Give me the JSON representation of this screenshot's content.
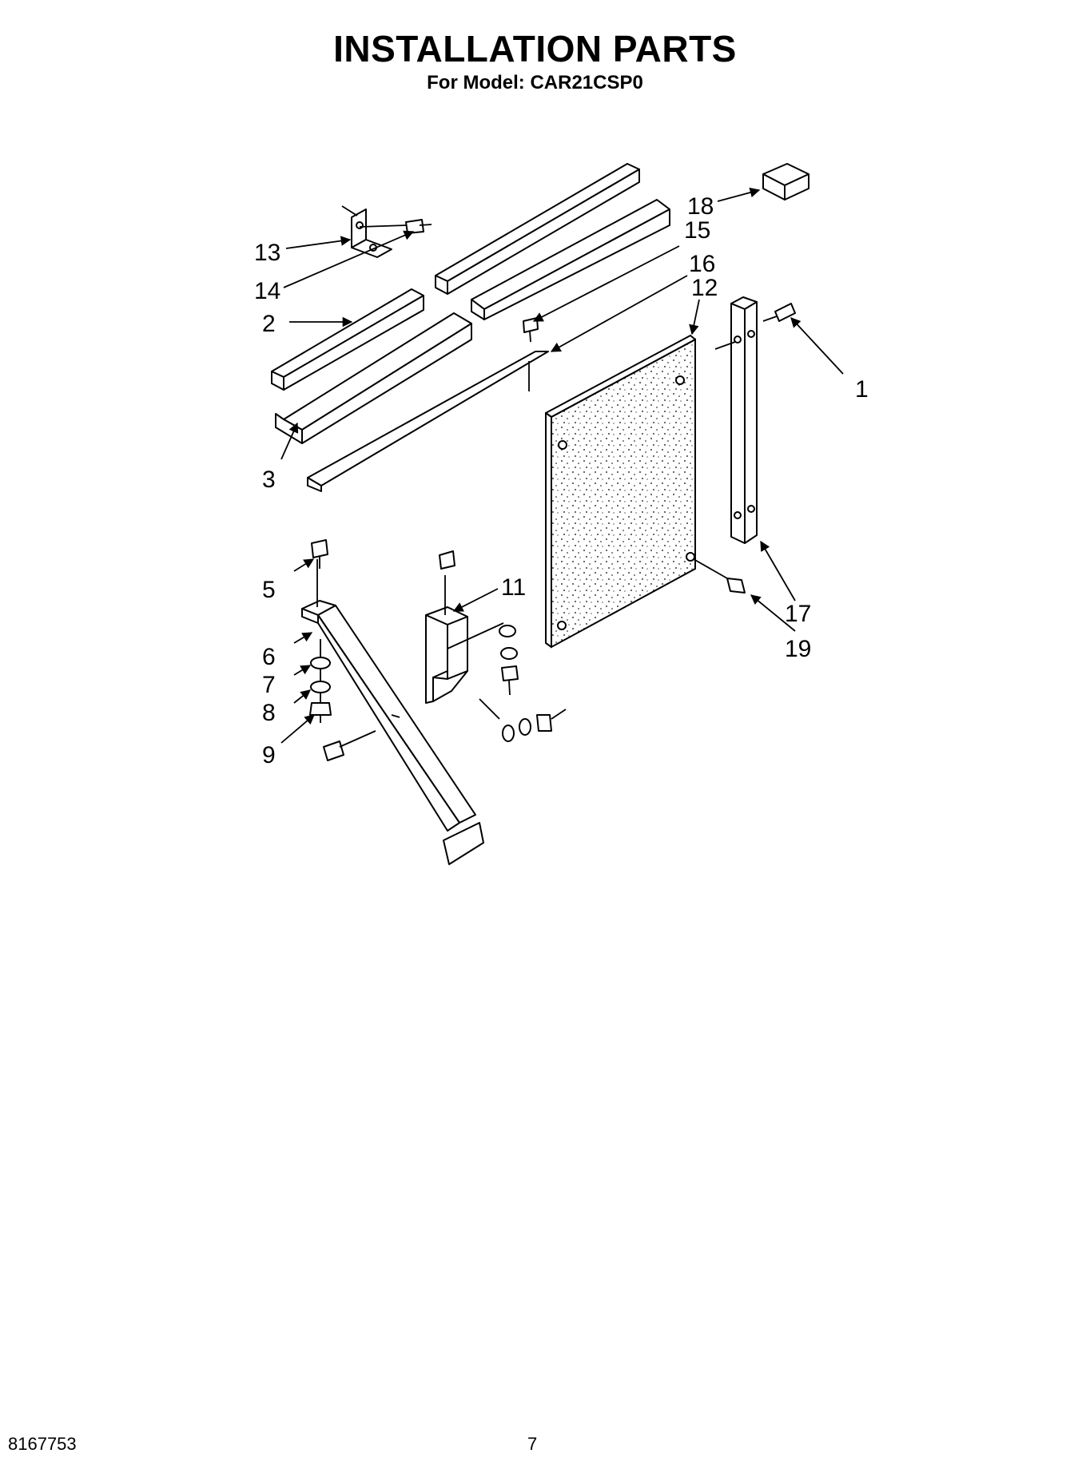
{
  "header": {
    "title": "INSTALLATION PARTS",
    "subtitle": "For Model: CAR21CSP0"
  },
  "footer": {
    "doc_number": "8167753",
    "page_number": "7"
  },
  "callouts": [
    {
      "id": "c1",
      "label": "1"
    },
    {
      "id": "c2",
      "label": "2"
    },
    {
      "id": "c3",
      "label": "3"
    },
    {
      "id": "c5",
      "label": "5"
    },
    {
      "id": "c6",
      "label": "6"
    },
    {
      "id": "c7",
      "label": "7"
    },
    {
      "id": "c8",
      "label": "8"
    },
    {
      "id": "c9",
      "label": "9"
    },
    {
      "id": "c11",
      "label": "11"
    },
    {
      "id": "c12",
      "label": "12"
    },
    {
      "id": "c13",
      "label": "13"
    },
    {
      "id": "c14",
      "label": "14"
    },
    {
      "id": "c15",
      "label": "15"
    },
    {
      "id": "c16",
      "label": "16"
    },
    {
      "id": "c17",
      "label": "17"
    },
    {
      "id": "c18",
      "label": "18"
    },
    {
      "id": "c19",
      "label": "19"
    }
  ]
}
